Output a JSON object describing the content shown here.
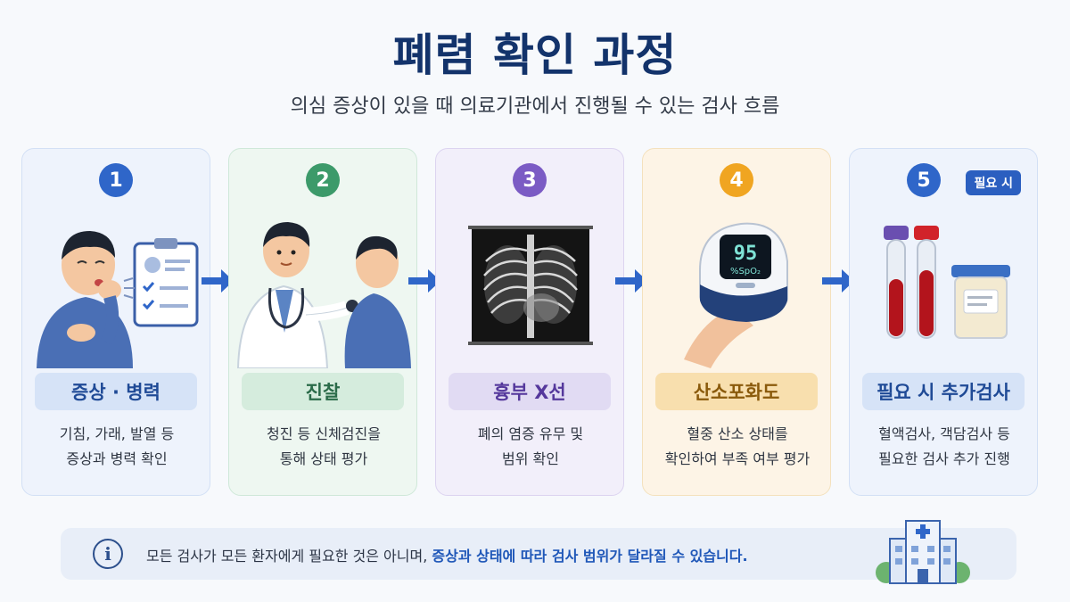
{
  "page": {
    "title": "폐렴 확인 과정",
    "subtitle": "의심 증상이 있을 때 의료기관에서 진행될 수 있는 검사 흐름"
  },
  "steps": [
    {
      "num": "1",
      "label": "증상 · 병력",
      "desc1": "기침, 가래, 발열 등",
      "desc2": "증상과 병력 확인",
      "icon": "coughing-patient-clipboard-icon"
    },
    {
      "num": "2",
      "label": "진찰",
      "desc1": "청진 등 신체검진을",
      "desc2": "통해 상태 평가",
      "icon": "doctor-stethoscope-icon"
    },
    {
      "num": "3",
      "label": "흉부 X선",
      "desc1": "폐의 염증 유무 및",
      "desc2": "범위 확인",
      "icon": "chest-xray-icon"
    },
    {
      "num": "4",
      "label": "산소포화도",
      "desc1": "혈중 산소 상태를",
      "desc2": "확인하여 부족 여부 평가",
      "icon": "pulse-oximeter-icon",
      "screen_value": "95",
      "screen_unit": "%SpO₂"
    },
    {
      "num": "5",
      "label": "필요 시 추가검사",
      "desc1": "혈액검사, 객담검사 등",
      "desc2": "필요한 검사 추가 진행",
      "badge": "필요 시",
      "icon": "blood-tubes-sputum-cup-icon"
    }
  ],
  "colors": {
    "step1": "#2f66c9",
    "step2": "#3c9a6a",
    "step3": "#7b5bc4",
    "step4": "#f0a521",
    "step5": "#2f66c9",
    "arrow": "#2f66c9",
    "title": "#13336b"
  },
  "notice": {
    "text_plain": "모든 검사가 모든 환자에게 필요한 것은 아니며, ",
    "text_highlight": "증상과 상태에 따라 검사 범위가 달라질 수 있습니다.",
    "icon": "info-icon"
  }
}
